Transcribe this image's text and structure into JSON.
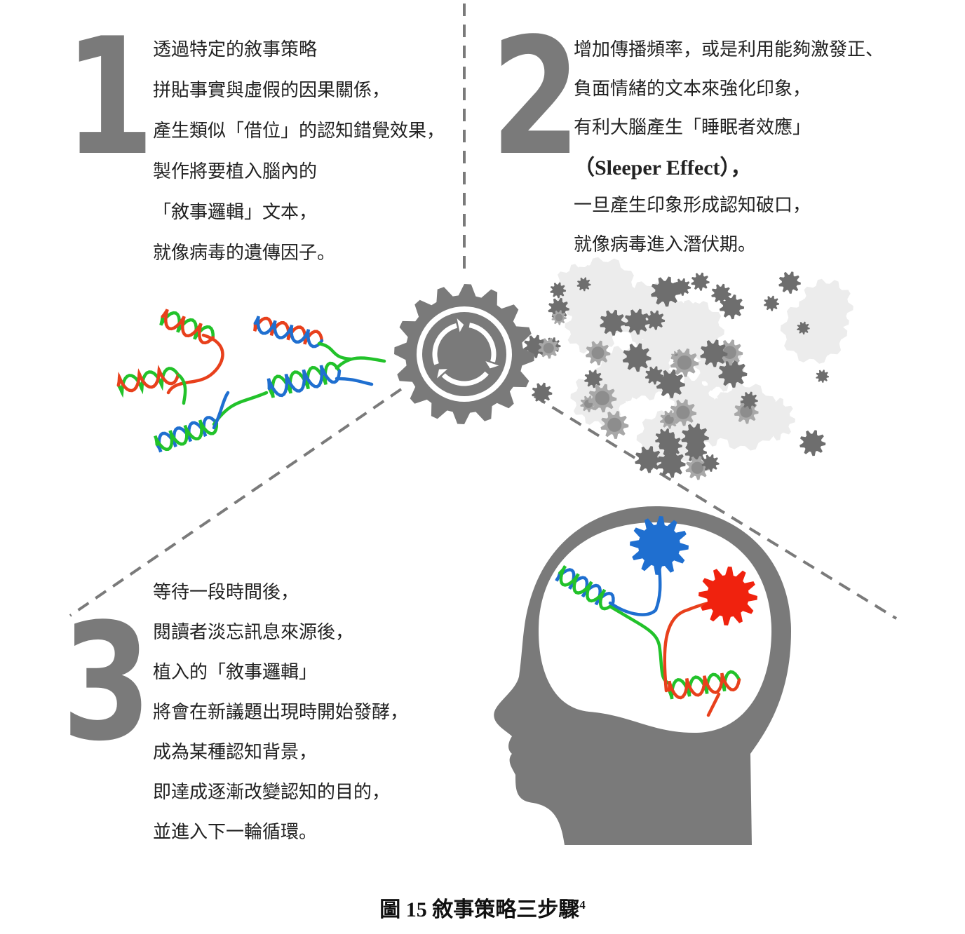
{
  "steps": [
    {
      "number": "1",
      "lines": [
        "透過特定的敘事策略",
        "拼貼事實與虛假的因果關係，",
        "產生類似「借位」的認知錯覺效果，",
        "製作將要植入腦內的",
        "「敘事邏輯」文本，",
        "就像病毒的遺傳因子。"
      ]
    },
    {
      "number": "2",
      "lines": [
        "增加傳播頻率，或是利用能夠激發正、",
        "負面情緒的文本來強化印象，",
        "有利大腦產生「睡眠者效應」",
        "（Sleeper Effect），",
        "一旦產生印象形成認知破口，",
        "就像病毒進入潛伏期。"
      ]
    },
    {
      "number": "3",
      "lines": [
        "等待一段時間後，",
        "閱讀者淡忘訊息來源後，",
        "植入的「敘事邏輯」",
        "將會在新議題出現時開始發酵，",
        "成為某種認知背景，",
        "即達成逐漸改變認知的目的，",
        "並進入下一輪循環。"
      ]
    }
  ],
  "caption": {
    "text": "圖 15 敘事策略三步驟",
    "footnote": "4"
  },
  "colors": {
    "gray": "#7a7a7a",
    "red": "#e8401c",
    "green": "#22c22a",
    "blue": "#1f6fd0",
    "light_gray": "#dcdcdc"
  },
  "icons": [
    "cycle-gear-icon",
    "virus-gears-icon",
    "dna-strands-icon",
    "head-brain-icon"
  ]
}
